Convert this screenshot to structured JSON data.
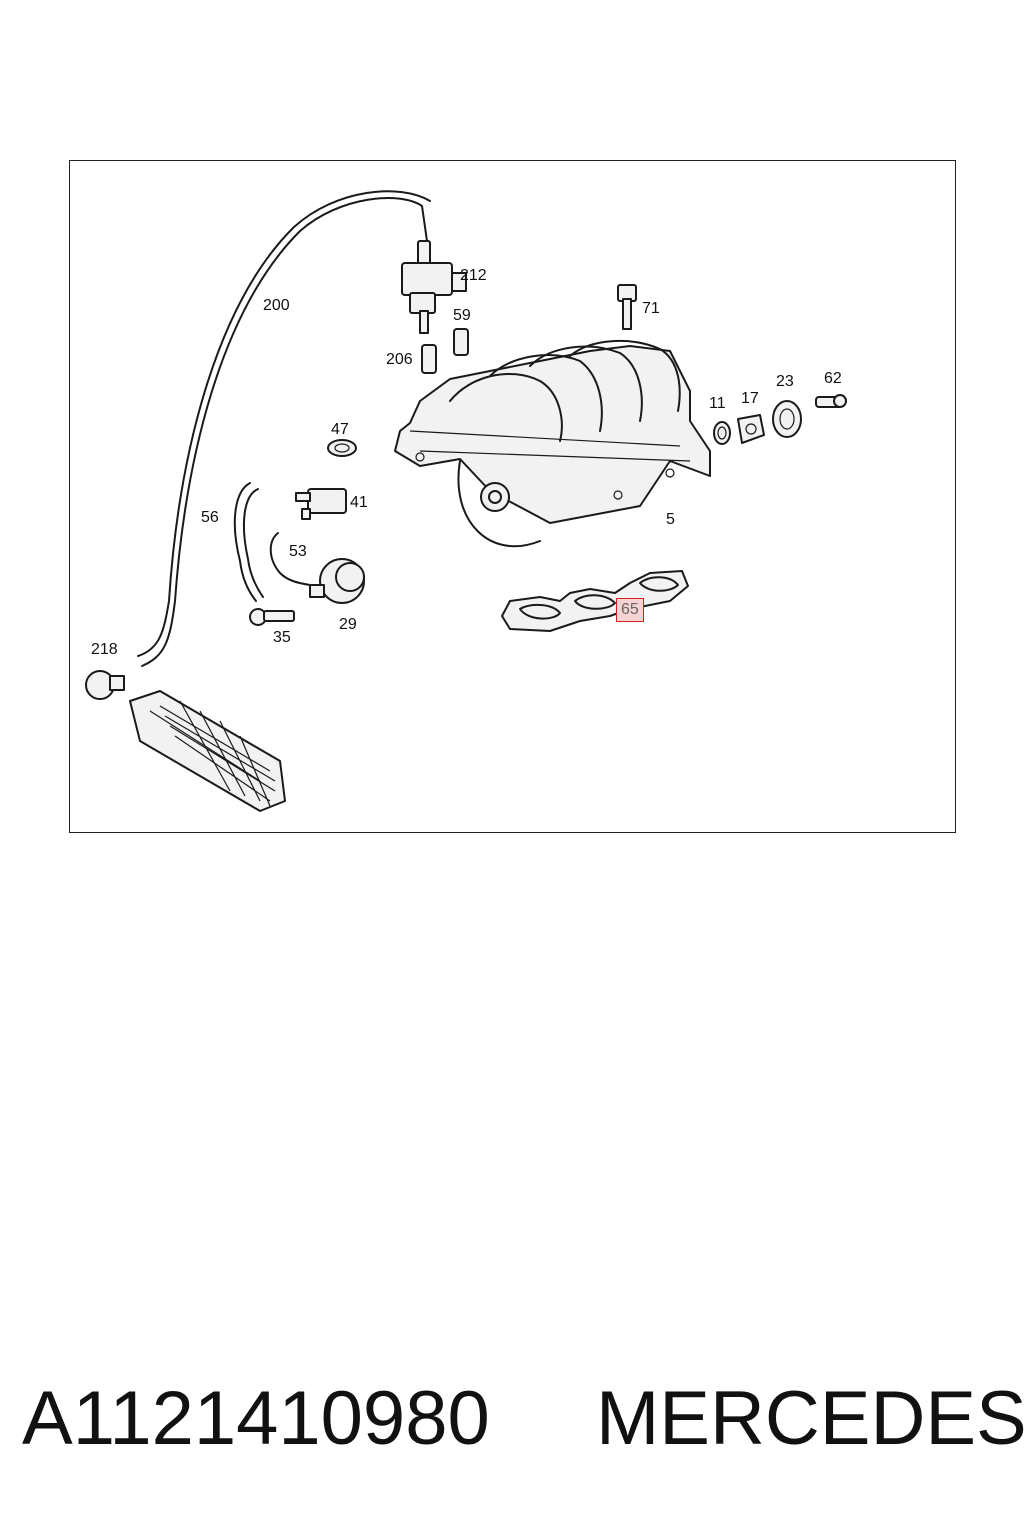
{
  "diagram": {
    "callouts": {
      "c212": "212",
      "c200": "200",
      "c59": "59",
      "c71": "71",
      "c206": "206",
      "c62": "62",
      "c23": "23",
      "c11": "11",
      "c17": "17",
      "c47": "47",
      "c41": "41",
      "c56": "56",
      "c5": "5",
      "c53": "53",
      "c65": "65",
      "c35": "35",
      "c29": "29",
      "c218": "218"
    },
    "highlighted_callout": "65",
    "highlight_color": "#d62020"
  },
  "footer": {
    "part_number": "A1121410980",
    "brand": "MERCEDES"
  }
}
